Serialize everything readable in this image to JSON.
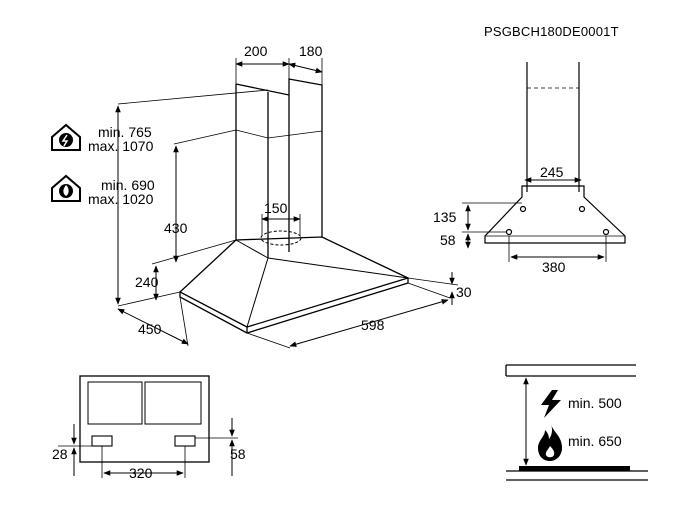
{
  "model_code": "PSGBCH180DE0001T",
  "main_view": {
    "width_top_left": "200",
    "width_top_right": "180",
    "electric_height_min": "min. 765",
    "electric_height_max": "max. 1070",
    "gas_height_min": "min. 690",
    "gas_height_max": "max. 1020",
    "chimney_height": "430",
    "outlet_diameter": "150",
    "canopy_height": "240",
    "depth": "450",
    "width": "598",
    "edge_height": "30"
  },
  "side_view": {
    "bracket_width": "245",
    "height_135": "135",
    "height_58": "58",
    "bottom_width": "380"
  },
  "bottom_view": {
    "left_offset": "28",
    "right_offset": "58",
    "spacing": "320"
  },
  "clearance": {
    "electric_min": "min. 500",
    "gas_min": "min. 650"
  },
  "icons": {
    "electric_hob": "electric-hob-icon",
    "gas_hob": "gas-hob-icon",
    "lightning": "lightning-icon",
    "flame": "flame-icon"
  }
}
